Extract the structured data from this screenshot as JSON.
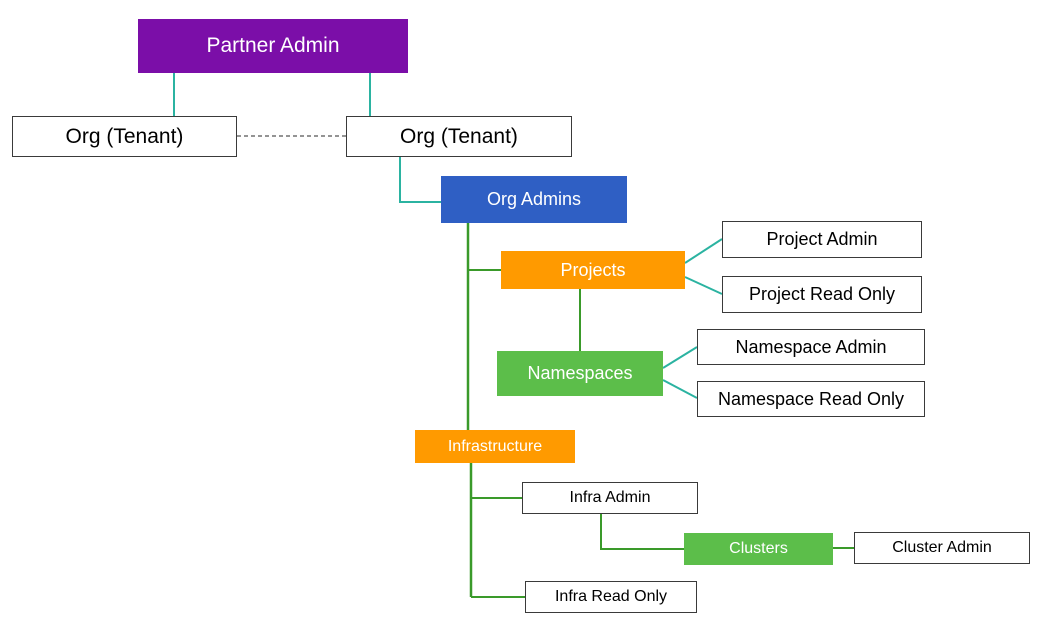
{
  "colors": {
    "partner_admin": "#7b0ea8",
    "org_admins": "#2f5fc4",
    "orange": "#ff9a00",
    "green": "#5cbe4a",
    "teal_connector": "#2bb3a1",
    "green_connector": "#3a9a2a",
    "outline": "#3a3a3a"
  },
  "diagram": {
    "partner_admin": "Partner Admin",
    "org_tenant_left": "Org (Tenant)",
    "org_tenant_right": "Org (Tenant)",
    "org_admins": "Org Admins",
    "projects": "Projects",
    "project_admin": "Project Admin",
    "project_read_only": "Project Read Only",
    "namespaces": "Namespaces",
    "namespace_admin": "Namespace Admin",
    "namespace_read_only": "Namespace Read Only",
    "infrastructure": "Infrastructure",
    "infra_admin": "Infra Admin",
    "clusters": "Clusters",
    "cluster_admin": "Cluster Admin",
    "infra_read_only": "Infra Read Only"
  }
}
